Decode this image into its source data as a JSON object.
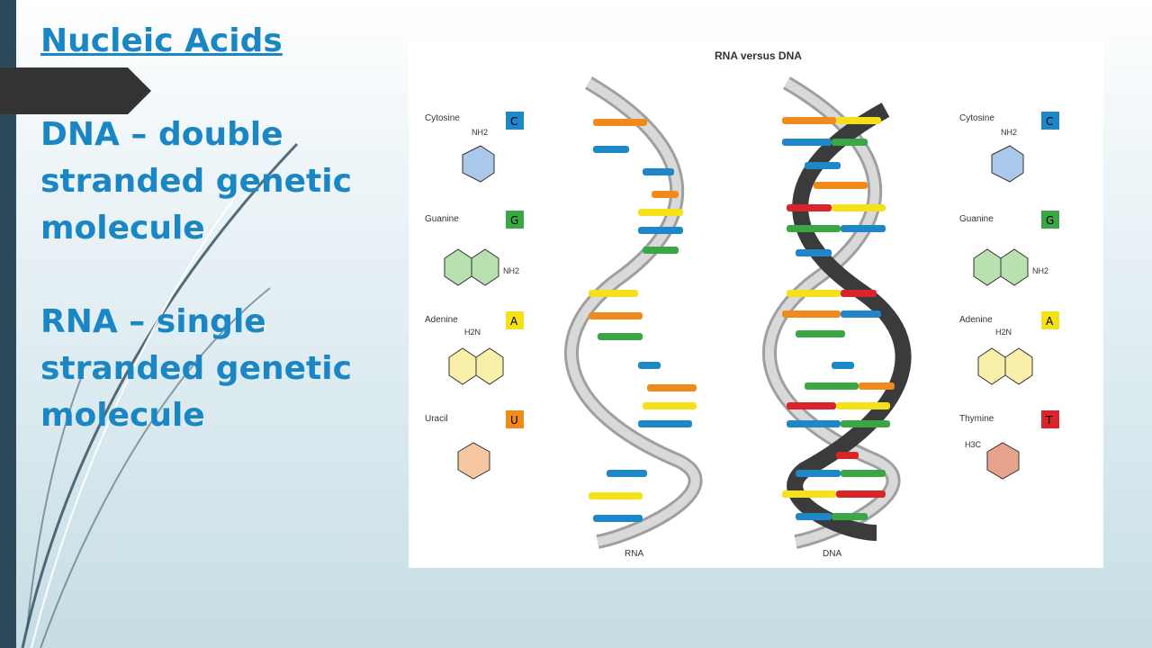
{
  "slide": {
    "title": "Nucleic Acids",
    "paragraphs": [
      "DNA – double stranded genetic molecule",
      "RNA – single stranded genetic molecule"
    ]
  },
  "figure": {
    "title": "RNA versus DNA",
    "left_bases": [
      {
        "name": "Cytosine",
        "letter": "C",
        "color": "#1f86c8",
        "formula": "NH2"
      },
      {
        "name": "Guanine",
        "letter": "G",
        "color": "#3aa645",
        "formula": "NH2"
      },
      {
        "name": "Adenine",
        "letter": "A",
        "color": "#f3e11a",
        "formula": "H2N"
      },
      {
        "name": "Uracil",
        "letter": "U",
        "color": "#ef8a1b",
        "formula": ""
      }
    ],
    "right_bases": [
      {
        "name": "Cytosine",
        "letter": "C",
        "color": "#1f86c8",
        "formula": "NH2"
      },
      {
        "name": "Guanine",
        "letter": "G",
        "color": "#3aa645",
        "formula": "NH2"
      },
      {
        "name": "Adenine",
        "letter": "A",
        "color": "#f3e11a",
        "formula": "H2N"
      },
      {
        "name": "Thymine",
        "letter": "T",
        "color": "#d9252a",
        "formula": "H3C"
      }
    ],
    "helix_labels": [
      "RNA",
      "DNA"
    ]
  },
  "colors": {
    "accent_text": "#1a86c4",
    "sidebar": "#2e4a5a",
    "tab": "#333333"
  }
}
